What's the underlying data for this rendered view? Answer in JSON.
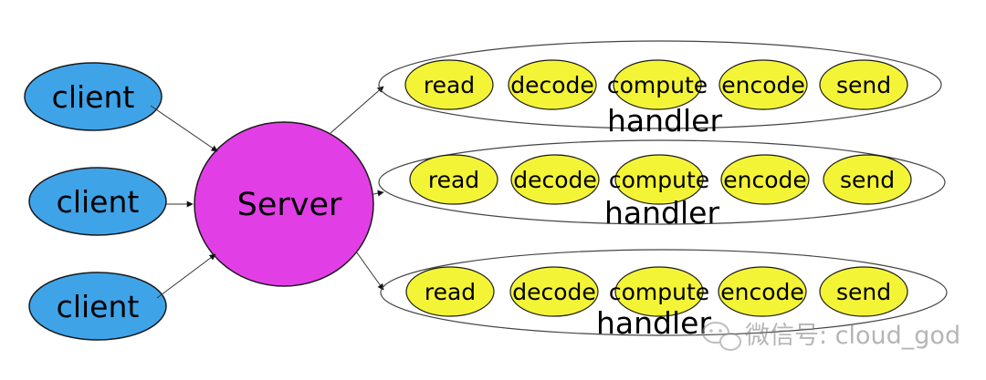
{
  "diagram": {
    "clients": [
      "client",
      "client",
      "client"
    ],
    "server": "Server",
    "handlers": [
      {
        "label": "handler",
        "stages": [
          "read",
          "decode",
          "compute",
          "encode",
          "send"
        ]
      },
      {
        "label": "handler",
        "stages": [
          "read",
          "decode",
          "compute",
          "encode",
          "send"
        ]
      },
      {
        "label": "handler",
        "stages": [
          "read",
          "decode",
          "compute",
          "encode",
          "send"
        ]
      }
    ]
  },
  "watermark": "微信号: cloud_god",
  "colors": {
    "client_fill": "#3fa3e8",
    "server_fill": "#e23ee6",
    "stage_fill": "#f4f437",
    "outline": "#1a1a1a",
    "handler_outline": "#444444"
  }
}
